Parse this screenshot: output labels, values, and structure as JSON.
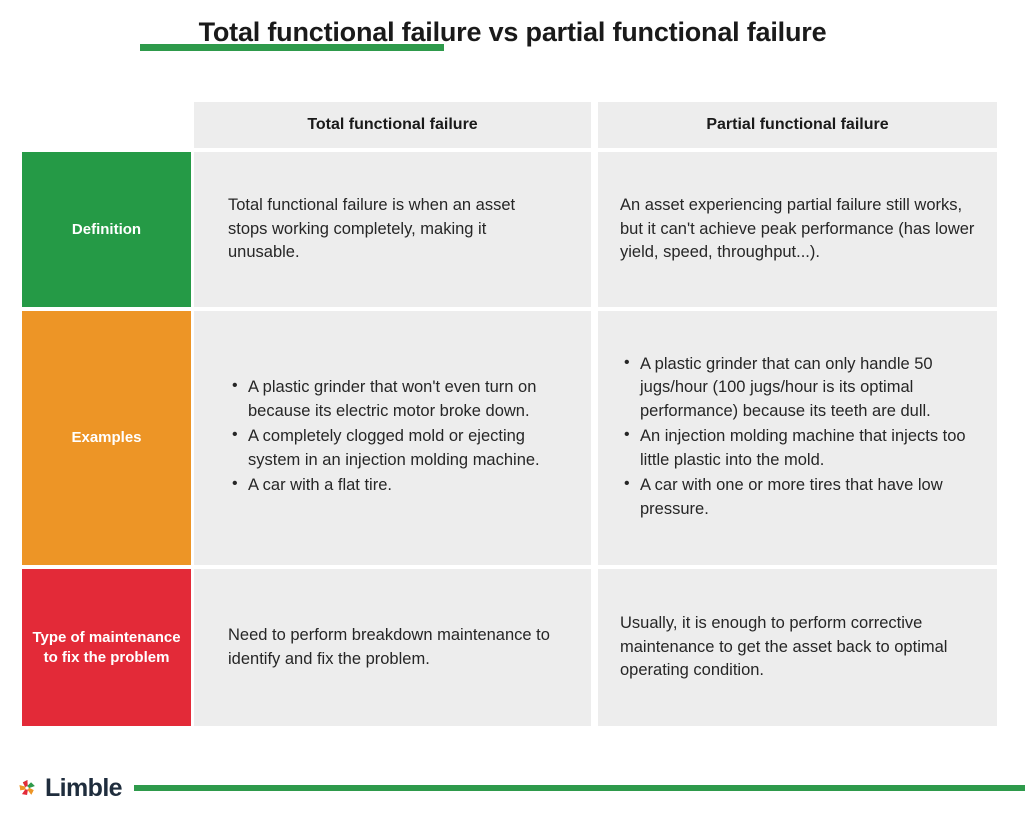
{
  "title": "Total functional failure vs partial functional failure",
  "colors": {
    "accent_green": "#2E9A4B",
    "definition_green": "#259A46",
    "examples_orange": "#ED9526",
    "maintenance_red": "#E32A38",
    "cell_gray": "#EDEDED",
    "text_dark": "#262626",
    "logo_navy": "#1F2D3D"
  },
  "table": {
    "headers": {
      "label_column": "",
      "column_1": "Total functional failure",
      "column_2": "Partial functional failure"
    },
    "rows": [
      {
        "label": "Definition",
        "label_color": "#259A46",
        "col1_text": "Total functional failure is when an asset stops working completely, making it unusable.",
        "col1_bullets": [],
        "col2_text": "An asset experiencing partial failure still works, but it can't achieve peak performance (has lower yield, speed, throughput...).",
        "col2_bullets": []
      },
      {
        "label": "Examples",
        "label_color": "#ED9526",
        "col1_text": "",
        "col1_bullets": [
          "A plastic grinder that won't even turn on because its electric motor broke down.",
          "A completely clogged mold or ejecting system in an injection molding machine.",
          "A car with a flat tire."
        ],
        "col2_text": "",
        "col2_bullets": [
          "A plastic grinder that can only handle 50 jugs/hour (100 jugs/hour is its optimal performance) because its teeth are dull.",
          "An injection molding machine that injects too little plastic into the mold.",
          "A car with one or more tires that have low pressure."
        ]
      },
      {
        "label": "Type of maintenance to fix the problem",
        "label_color": "#E32A38",
        "col1_text": "Need to perform breakdown maintenance to identify and fix the problem.",
        "col1_bullets": [],
        "col2_text": "Usually, it is enough to perform corrective maintenance to get the asset back to optimal operating condition.",
        "col2_bullets": []
      }
    ]
  },
  "footer": {
    "logo_text": "Limble",
    "logo_icon": "limble-pinwheel-icon"
  }
}
